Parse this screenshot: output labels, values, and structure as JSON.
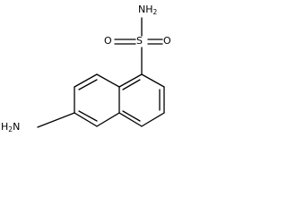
{
  "molecule": {
    "atoms": {
      "sulfonamide_n": {
        "text": "NH",
        "sub": "2"
      },
      "oxygen_left": {
        "text": "O"
      },
      "sulfur": {
        "text": "S"
      },
      "oxygen_right": {
        "text": "O"
      },
      "amine_n": {
        "text": "H",
        "sub": "2",
        "tail": "N"
      }
    }
  },
  "colors": {
    "bond": "#000000",
    "text": "#000000",
    "background": "#ffffff"
  }
}
